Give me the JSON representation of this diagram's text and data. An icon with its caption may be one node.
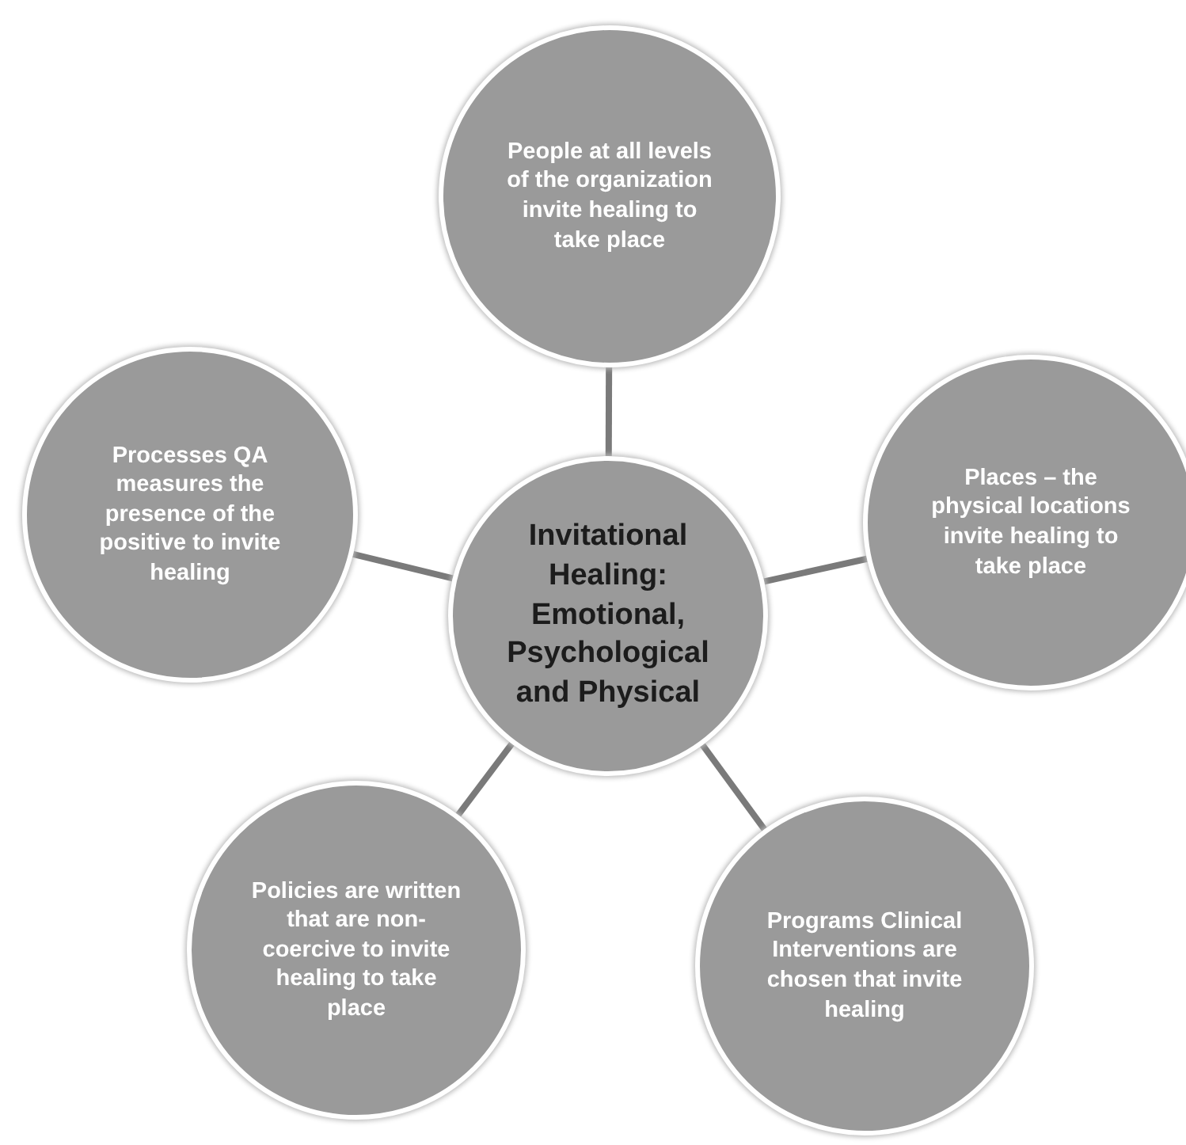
{
  "diagram": {
    "nodes": [
      {
        "text": [
          "Invitational Healing: Emotional, Psychological and Physical"
        ]
      },
      {
        "text": [
          "People at all levels of the organization invite healing to take place"
        ]
      },
      {
        "text": [
          "Places – the physical locations invite healing to take place"
        ]
      },
      {
        "text": [
          "Programs Clinical Interventions are chosen that invite healing"
        ]
      },
      {
        "text": [
          "Policies are written that are non-coercive to invite healing to take place"
        ]
      },
      {
        "text": [
          "Processes QA measures the presence of the positive to invite healing"
        ]
      }
    ],
    "edges": [
      {
        "from": 0,
        "to": 1,
        "arrow": "none"
      },
      {
        "from": 0,
        "to": 2,
        "arrow": "none"
      },
      {
        "from": 0,
        "to": 3,
        "arrow": "none"
      },
      {
        "from": 0,
        "to": 4,
        "arrow": "none"
      },
      {
        "from": 0,
        "to": 5,
        "arrow": "none"
      }
    ]
  }
}
